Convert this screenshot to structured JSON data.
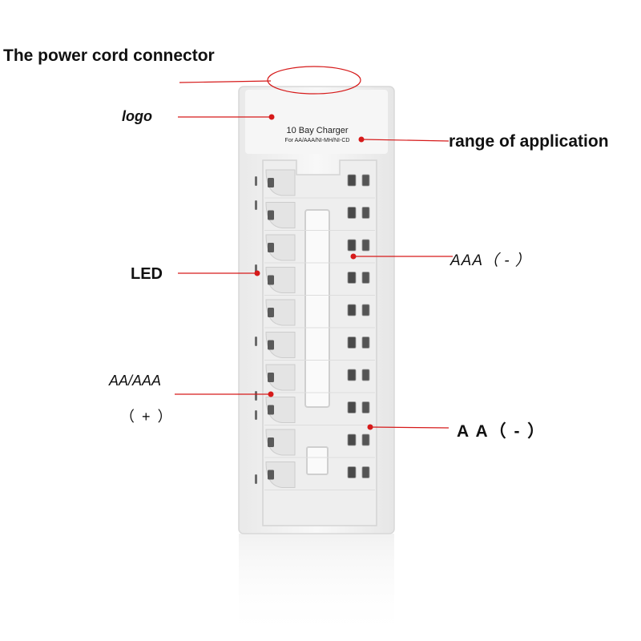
{
  "labels": {
    "power_cord": "The power cord connector",
    "logo": "logo",
    "range": "range of application",
    "led": "LED",
    "aaa_negative": "AAA（ - ）",
    "aa_aaa": "AA/AAA",
    "positive": "（ + ）",
    "aa_negative": "A A（ - ）"
  },
  "device": {
    "title": "10 Bay Charger",
    "subtitle": "For AA/AAA/NI-MH/NI-CD",
    "bay_count": 10
  },
  "colors": {
    "callout": "#d61a1a",
    "body": "#f4f4f4",
    "outline": "#dcdcdc"
  }
}
